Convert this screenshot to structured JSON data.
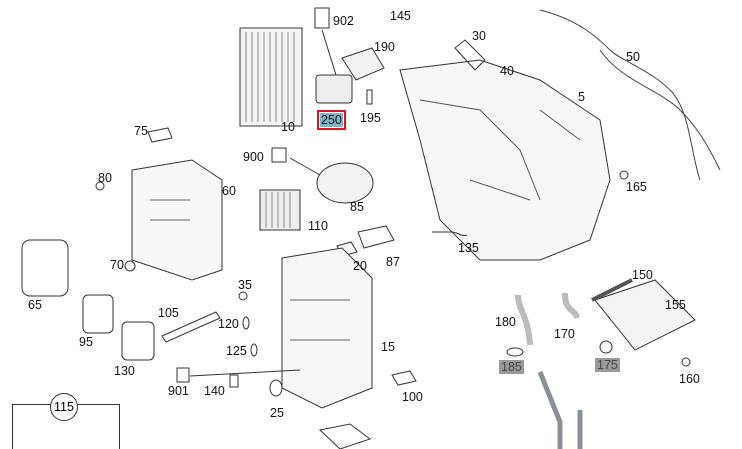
{
  "diagram": {
    "highlighted_part": "250",
    "greyed_parts": [
      "185",
      "175"
    ],
    "highlight_color": "#e0141e",
    "highlight_fill": "#7fb6cc",
    "part_numbers": [
      "902",
      "190",
      "145",
      "30",
      "40",
      "50",
      "5",
      "10",
      "250",
      "195",
      "75",
      "900",
      "80",
      "60",
      "85",
      "110",
      "165",
      "135",
      "20",
      "87",
      "150",
      "65",
      "70",
      "35",
      "105",
      "120",
      "95",
      "155",
      "180",
      "170",
      "125",
      "130",
      "15",
      "185",
      "175",
      "160",
      "901",
      "140",
      "25",
      "100",
      "115"
    ]
  }
}
